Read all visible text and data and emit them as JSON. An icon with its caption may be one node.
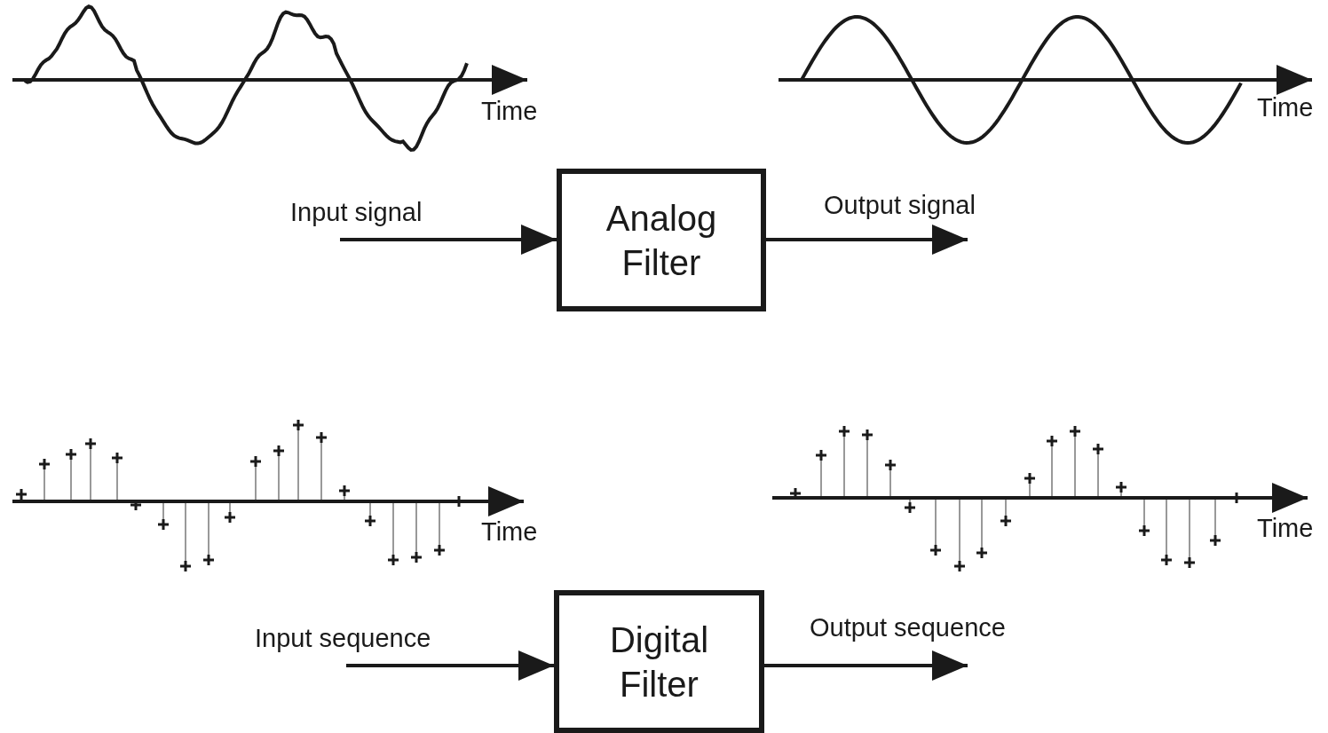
{
  "diagram": {
    "nodes": [
      {
        "text": [
          "Analog Filter"
        ]
      },
      {
        "text": [
          "Digital Filter"
        ]
      }
    ],
    "edges": [
      {
        "from": null,
        "to": 0,
        "arrow": "to",
        "label": "Input signal"
      },
      {
        "from": 0,
        "to": null,
        "arrow": "to",
        "label": "Output signal"
      },
      {
        "from": null,
        "to": 1,
        "arrow": "to",
        "label": "Input sequence"
      },
      {
        "from": 1,
        "to": null,
        "arrow": "to",
        "label": "Output sequence"
      }
    ],
    "labels": [
      "Time",
      "Time",
      "Time",
      "Time"
    ]
  }
}
